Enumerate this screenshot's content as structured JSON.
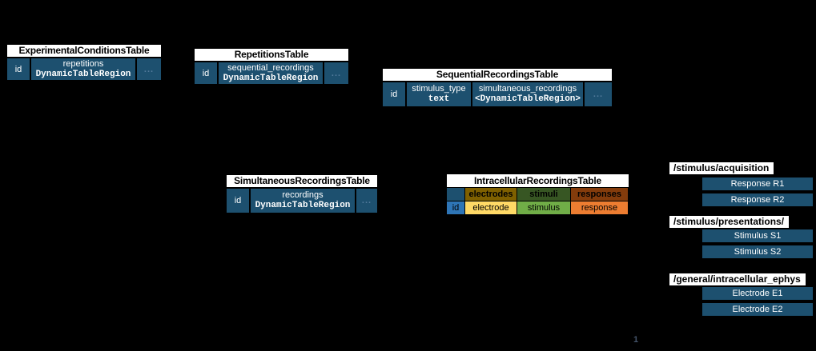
{
  "diagram": {
    "background": "#000000",
    "colors": {
      "table_blue": "#1D506F",
      "id_blue": "#2E75B6",
      "electrodes_header": "#7F6000",
      "electrode_cell": "#FFD966",
      "stimuli_header": "#375623",
      "stimulus_cell": "#70AD47",
      "responses_header": "#843C0C",
      "response_cell": "#ED7D31",
      "title_bg": "#FFFFFF",
      "title_text": "#000000",
      "cell_text": "#FFFFFF"
    }
  },
  "tables": {
    "experimental_conditions": {
      "title": "ExperimentalConditionsTable",
      "id_label": "id",
      "line1": "repetitions",
      "line2": "DynamicTableRegion",
      "more": "..."
    },
    "repetitions": {
      "title": "RepetitionsTable",
      "id_label": "id",
      "line1": "sequential_recordings",
      "line2": "DynamicTableRegion",
      "more": "..."
    },
    "sequential": {
      "title": "SequentialRecordingsTable",
      "id_label": "id",
      "col2_line1": "stimulus_type",
      "col2_line2": "text",
      "col3_line1": "simultaneous_recordings",
      "col3_line2": "<DynamicTableRegion>",
      "more": "..."
    },
    "simultaneous": {
      "title": "SimultaneousRecordingsTable",
      "id_label": "id",
      "line1": "recordings",
      "line2": "DynamicTableRegion",
      "more": "..."
    },
    "intracellular": {
      "title": "IntracellularRecordingsTable",
      "id_label": "id",
      "header_electrodes": "electrodes",
      "header_stimuli": "stimuli",
      "header_responses": "responses",
      "cell_electrode": "electrode",
      "cell_stimulus": "stimulus",
      "cell_response": "response"
    }
  },
  "file_groups": [
    {
      "label": "/stimulus/acquisition",
      "items": [
        "Response R1",
        "Response R2"
      ]
    },
    {
      "label": "/stimulus/presentations/",
      "items": [
        "Stimulus S1",
        "Stimulus S2"
      ]
    },
    {
      "label": "/general/intracellular_ephys",
      "items": [
        "Electrode E1",
        "Electrode E2"
      ]
    }
  ],
  "footnote_mark": "1"
}
